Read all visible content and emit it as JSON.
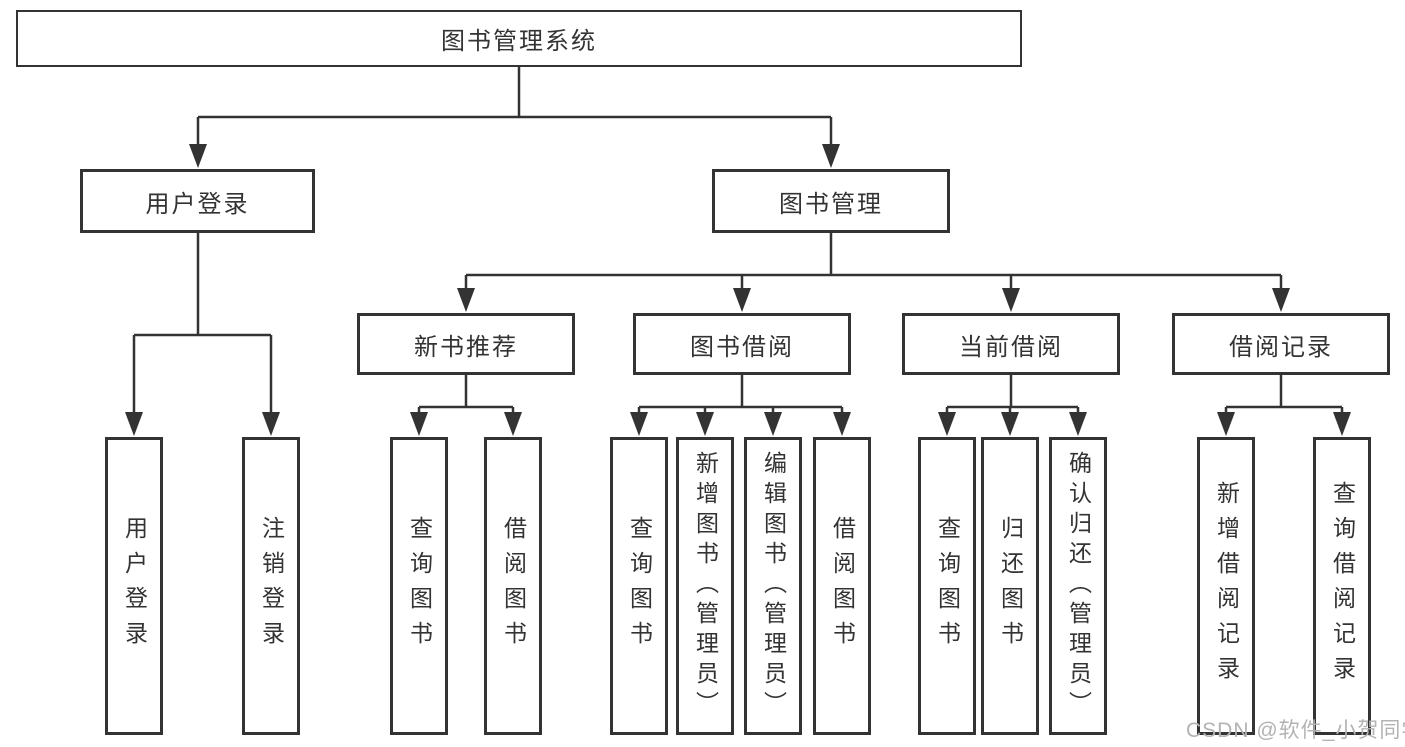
{
  "tree": {
    "root": "图书管理系统",
    "user_login": {
      "label": "用户登录",
      "children": [
        "用户登录",
        "注销登录"
      ]
    },
    "book_management": {
      "label": "图书管理",
      "sections": [
        {
          "label": "新书推荐",
          "children": [
            "查询图书",
            "借阅图书"
          ]
        },
        {
          "label": "图书借阅",
          "children": [
            "查询图书",
            "新增图书（管理员）",
            "编辑图书（管理员）",
            "借阅图书"
          ]
        },
        {
          "label": "当前借阅",
          "children": [
            "查询图书",
            "归还图书",
            "确认归还（管理员）"
          ]
        },
        {
          "label": "借阅记录",
          "children": [
            "新增借阅记录",
            "查询借阅记录"
          ]
        }
      ]
    }
  },
  "watermark": {
    "text": "CSDN @软件_小贺同学"
  },
  "colors": {
    "line": "#333333",
    "text": "#333333",
    "box_background": "#ffffff",
    "watermark": "#b3b3b3"
  }
}
